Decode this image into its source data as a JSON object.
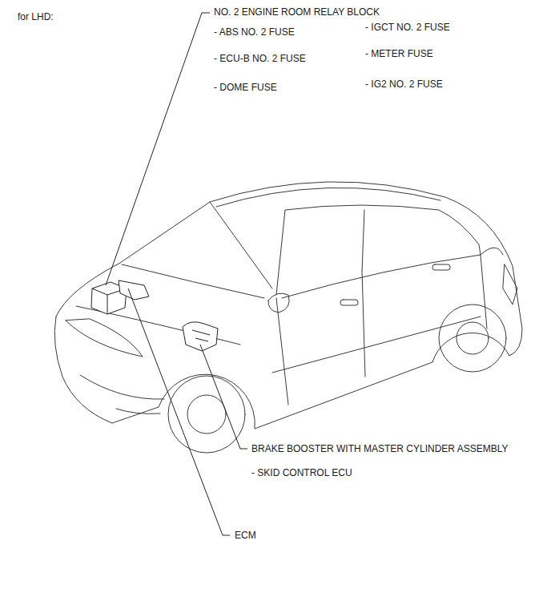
{
  "diagram": {
    "title": "for LHD:",
    "labels": [
      "NO. 2 ENGINE ROOM RELAY BLOCK",
      "- ABS NO. 2 FUSE",
      "- IGCT NO. 2 FUSE",
      "- ECU-B NO. 2 FUSE",
      "- METER FUSE",
      "- DOME FUSE",
      "- IG2 NO. 2 FUSE",
      "BRAKE BOOSTER WITH MASTER CYLINDER ASSEMBLY",
      "- SKID CONTROL ECU",
      "ECM"
    ]
  }
}
